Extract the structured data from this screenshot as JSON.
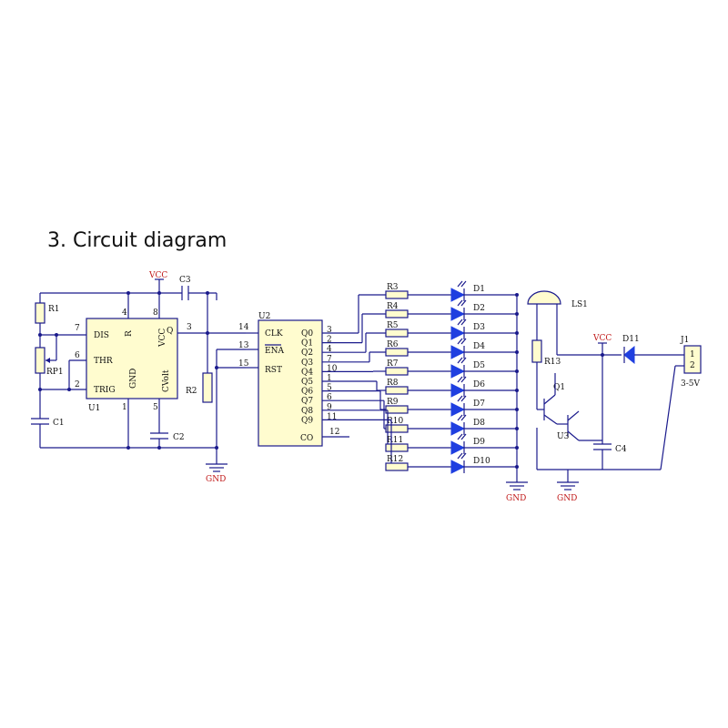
{
  "heading": "3. Circuit diagram",
  "u1": {
    "ref": "U1",
    "pins": {
      "dis": "DIS",
      "thr": "THR",
      "trig": "TRIG",
      "r": "R",
      "vcc": "VCC",
      "q": "Q",
      "gnd": "GND",
      "cvolt": "CVolt"
    },
    "numbers": {
      "p7": "7",
      "p6": "6",
      "p2": "2",
      "p4": "4",
      "p8": "8",
      "p3": "3",
      "p1": "1",
      "p5": "5"
    }
  },
  "u2": {
    "ref": "U2",
    "pins": {
      "clk": "CLK",
      "ena": "ENA",
      "rst": "RST",
      "co": "CO"
    },
    "in_numbers": {
      "p14": "14",
      "p13": "13",
      "p15": "15"
    },
    "outputs": [
      {
        "q": "Q0",
        "n": "3"
      },
      {
        "q": "Q1",
        "n": "2"
      },
      {
        "q": "Q2",
        "n": "4"
      },
      {
        "q": "Q3",
        "n": "7"
      },
      {
        "q": "Q4",
        "n": "10"
      },
      {
        "q": "Q5",
        "n": "1"
      },
      {
        "q": "Q6",
        "n": "5"
      },
      {
        "q": "Q7",
        "n": "6"
      },
      {
        "q": "Q8",
        "n": "9"
      },
      {
        "q": "Q9",
        "n": "11"
      }
    ],
    "co_number": "12"
  },
  "resistors_led": [
    "R3",
    "R4",
    "R5",
    "R6",
    "R7",
    "R8",
    "R9",
    "R10",
    "R11",
    "R12"
  ],
  "diodes": [
    "D1",
    "D2",
    "D3",
    "D4",
    "D5",
    "D6",
    "D7",
    "D8",
    "D9",
    "D10"
  ],
  "labels": {
    "vcc1": "VCC",
    "c3": "C3",
    "r1": "R1",
    "rp1": "RP1",
    "c1": "C1",
    "r2": "R2",
    "c2": "C2",
    "gnd1": "GND",
    "gnd2": "GND",
    "gnd3": "GND",
    "ls1": "LS1",
    "r13": "R13",
    "q1": "Q1",
    "u3": "U3",
    "c4": "C4",
    "vcc2": "VCC",
    "d11": "D11",
    "j1": "J1",
    "j1p1": "1",
    "j1p2": "2",
    "supply": "3-5V"
  },
  "colors": {
    "wire": "#1a1a8c",
    "part_fill": "#fffccf",
    "led": "#1f3fe0",
    "power_label": "#c01818"
  }
}
